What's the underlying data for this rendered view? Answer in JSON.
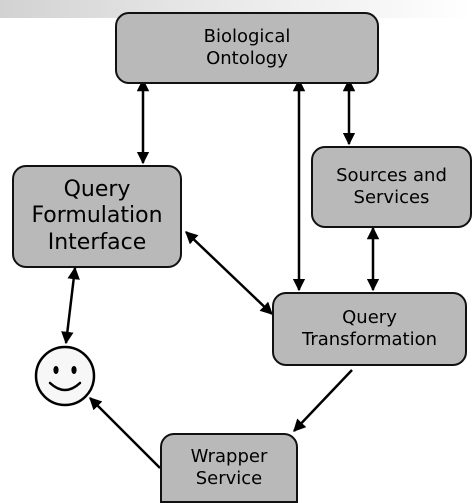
{
  "nodes": {
    "biological_ontology": "Biological\nOntology",
    "query_formulation_interface": "Query\nFormulation\nInterface",
    "sources_and_services": "Sources and\nServices",
    "query_transformation": "Query\nTransformation",
    "wrapper_service": "Wrapper\nService"
  },
  "colors": {
    "box_fill": "#b9b9b9",
    "box_border": "#111111",
    "arrow": "#000000",
    "smiley_fill": "#f7f7f7"
  },
  "icons": {
    "user": "smiley-face-icon"
  }
}
